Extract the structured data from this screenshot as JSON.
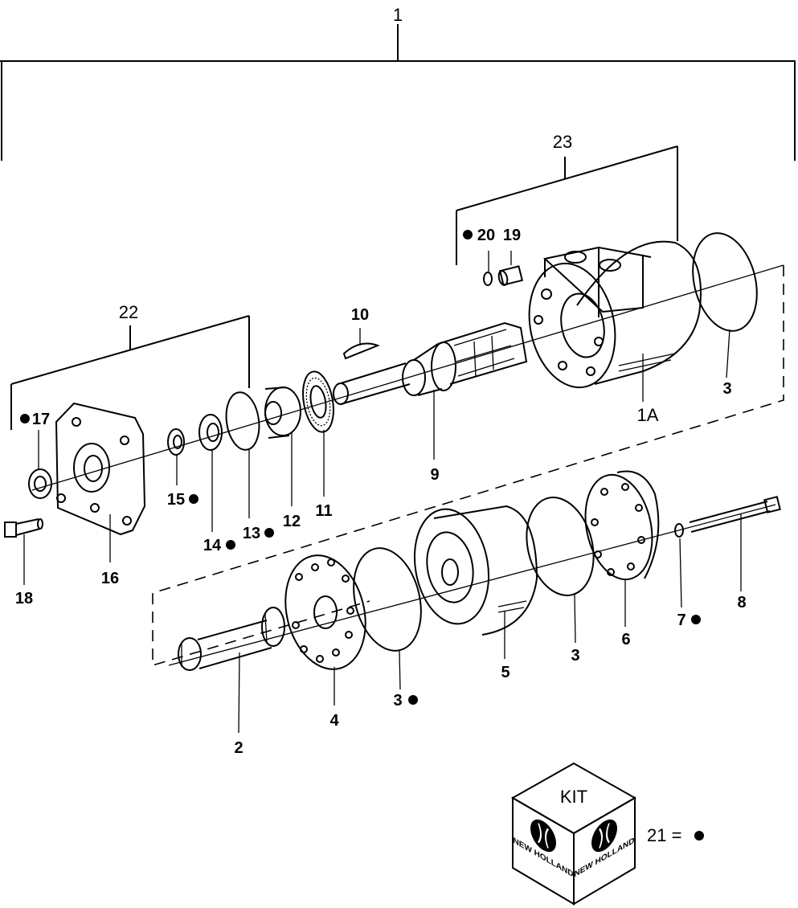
{
  "labels": {
    "l1": "1",
    "l1A": "1A",
    "l2": "2",
    "l3a": "3",
    "l3b": "3",
    "l3c": "3",
    "l4": "4",
    "l5": "5",
    "l6": "6",
    "l7": "7",
    "l8": "8",
    "l9": "9",
    "l10": "10",
    "l11": "11",
    "l12": "12",
    "l13": "13",
    "l14": "14",
    "l15": "15",
    "l16": "16",
    "l17": "17",
    "l18": "18",
    "l19": "19",
    "l20": "20",
    "l22": "22",
    "l23": "23"
  },
  "kit": {
    "title": "KIT",
    "brand": "NEW HOLLAND",
    "legend": "21 ="
  }
}
